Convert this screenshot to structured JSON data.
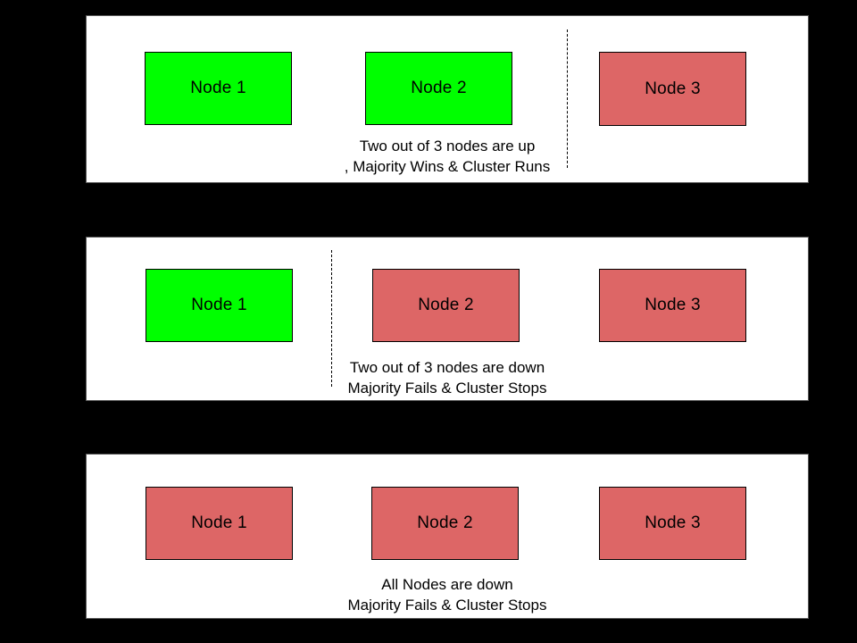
{
  "colors": {
    "background": "#000000",
    "panel_background": "#ffffff",
    "panel_border": "#595959",
    "node_up_fill": "#00ff00",
    "node_down_fill": "#dd6666",
    "node_border": "#000000",
    "text": "#000000"
  },
  "panels": [
    {
      "nodes": [
        {
          "label": "Node 1",
          "status": "up"
        },
        {
          "label": "Node 2",
          "status": "up"
        },
        {
          "label": "Node 3",
          "status": "down"
        }
      ],
      "divider": "dashed line between Node 2 and Node 3",
      "caption": {
        "line1": "Two out of 3 nodes are up",
        "line2": ", Majority Wins & Cluster Runs"
      }
    },
    {
      "nodes": [
        {
          "label": "Node 1",
          "status": "up"
        },
        {
          "label": "Node 2",
          "status": "down"
        },
        {
          "label": "Node 3",
          "status": "down"
        }
      ],
      "divider": "dashed line between Node 1 and Node 2",
      "caption": {
        "line1": "Two out of 3 nodes are down",
        "line2": "Majority Fails & Cluster Stops"
      }
    },
    {
      "nodes": [
        {
          "label": "Node 1",
          "status": "down"
        },
        {
          "label": "Node 2",
          "status": "down"
        },
        {
          "label": "Node 3",
          "status": "down"
        }
      ],
      "divider": "none",
      "caption": {
        "line1": "All Nodes are down",
        "line2": "Majority Fails & Cluster Stops"
      }
    }
  ]
}
